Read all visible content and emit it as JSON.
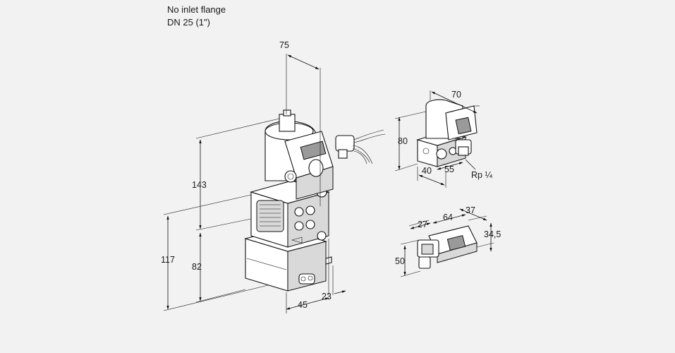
{
  "header": {
    "line1": "No inlet flange",
    "line2": "DN 25 (1\")"
  },
  "main_view": {
    "dims": {
      "width_top": "75",
      "height_top": "143",
      "height_total": "117",
      "height_lower": "82",
      "depth_bottom": "45",
      "offset_bottom": "23"
    }
  },
  "detail_valve": {
    "dims": {
      "width": "70",
      "height": "80",
      "depth": "40",
      "spacing": "55",
      "thread": "Rp ¼"
    }
  },
  "detail_plug": {
    "dims": {
      "d1": "27",
      "d2": "64",
      "d3": "37",
      "d4": "34,5",
      "height": "50"
    }
  }
}
